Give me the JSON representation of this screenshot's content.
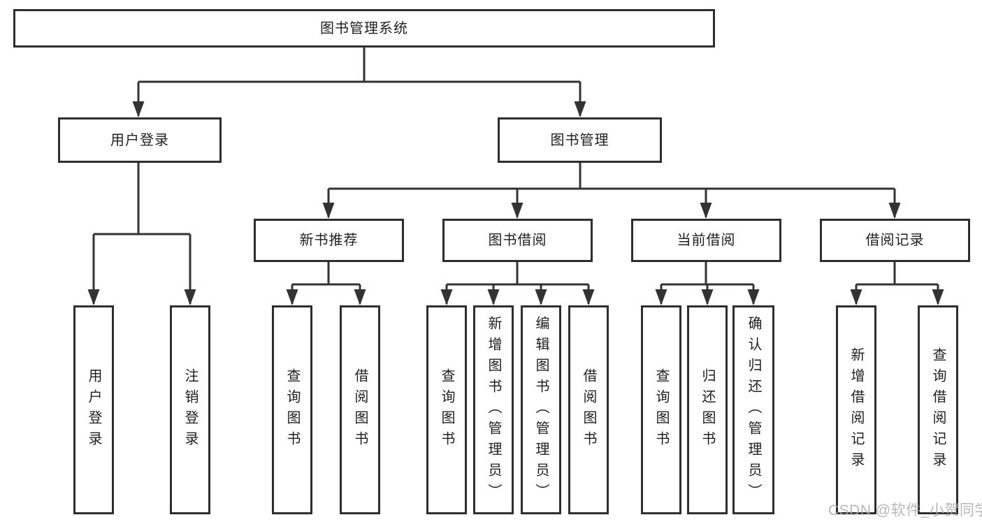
{
  "diagram": {
    "root": "图书管理系统",
    "level2": [
      "用户登录",
      "图书管理"
    ],
    "level3": [
      "新书推荐",
      "图书借阅",
      "当前借阅",
      "借阅记录"
    ],
    "leaves": {
      "login": [
        "用户登录",
        "注销登录"
      ],
      "recommend": [
        "查询图书",
        "借阅图书"
      ],
      "borrow": [
        "查询图书",
        "新增图书（管理员）",
        "编辑图书（管理员）",
        "借阅图书"
      ],
      "current": [
        "查询图书",
        "归还图书",
        "确认归还（管理员）"
      ],
      "records": [
        "新增借阅记录",
        "查询借阅记录"
      ]
    }
  },
  "watermark": "CSDN @软件_小贺同学",
  "colors": {
    "line": "#333333",
    "box_border": "#2e2e2e",
    "text": "#1f1f1f",
    "watermark": "#aaaaaa"
  }
}
